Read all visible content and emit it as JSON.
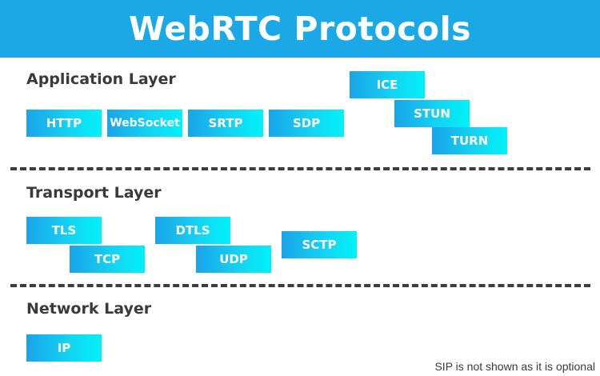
{
  "title": "WebRTC Protocols",
  "layers": {
    "application": {
      "label": "Application Layer",
      "protocols": {
        "http": "HTTP",
        "websocket": "WebSocket",
        "srtp": "SRTP",
        "sdp": "SDP",
        "ice": "ICE",
        "stun": "STUN",
        "turn": "TURN"
      }
    },
    "transport": {
      "label": "Transport Layer",
      "protocols": {
        "tls": "TLS",
        "tcp": "TCP",
        "dtls": "DTLS",
        "udp": "UDP",
        "sctp": "SCTP"
      }
    },
    "network": {
      "label": "Network Layer",
      "protocols": {
        "ip": "IP"
      }
    }
  },
  "footnote": "SIP is not shown as it is optional",
  "colors": {
    "header_bg": "#1aa9e6",
    "box_gradient_start": "#1aa4ea",
    "box_gradient_end": "#00f2fa",
    "label_text": "#3a3a3a",
    "divider": "#3d3d3d"
  }
}
